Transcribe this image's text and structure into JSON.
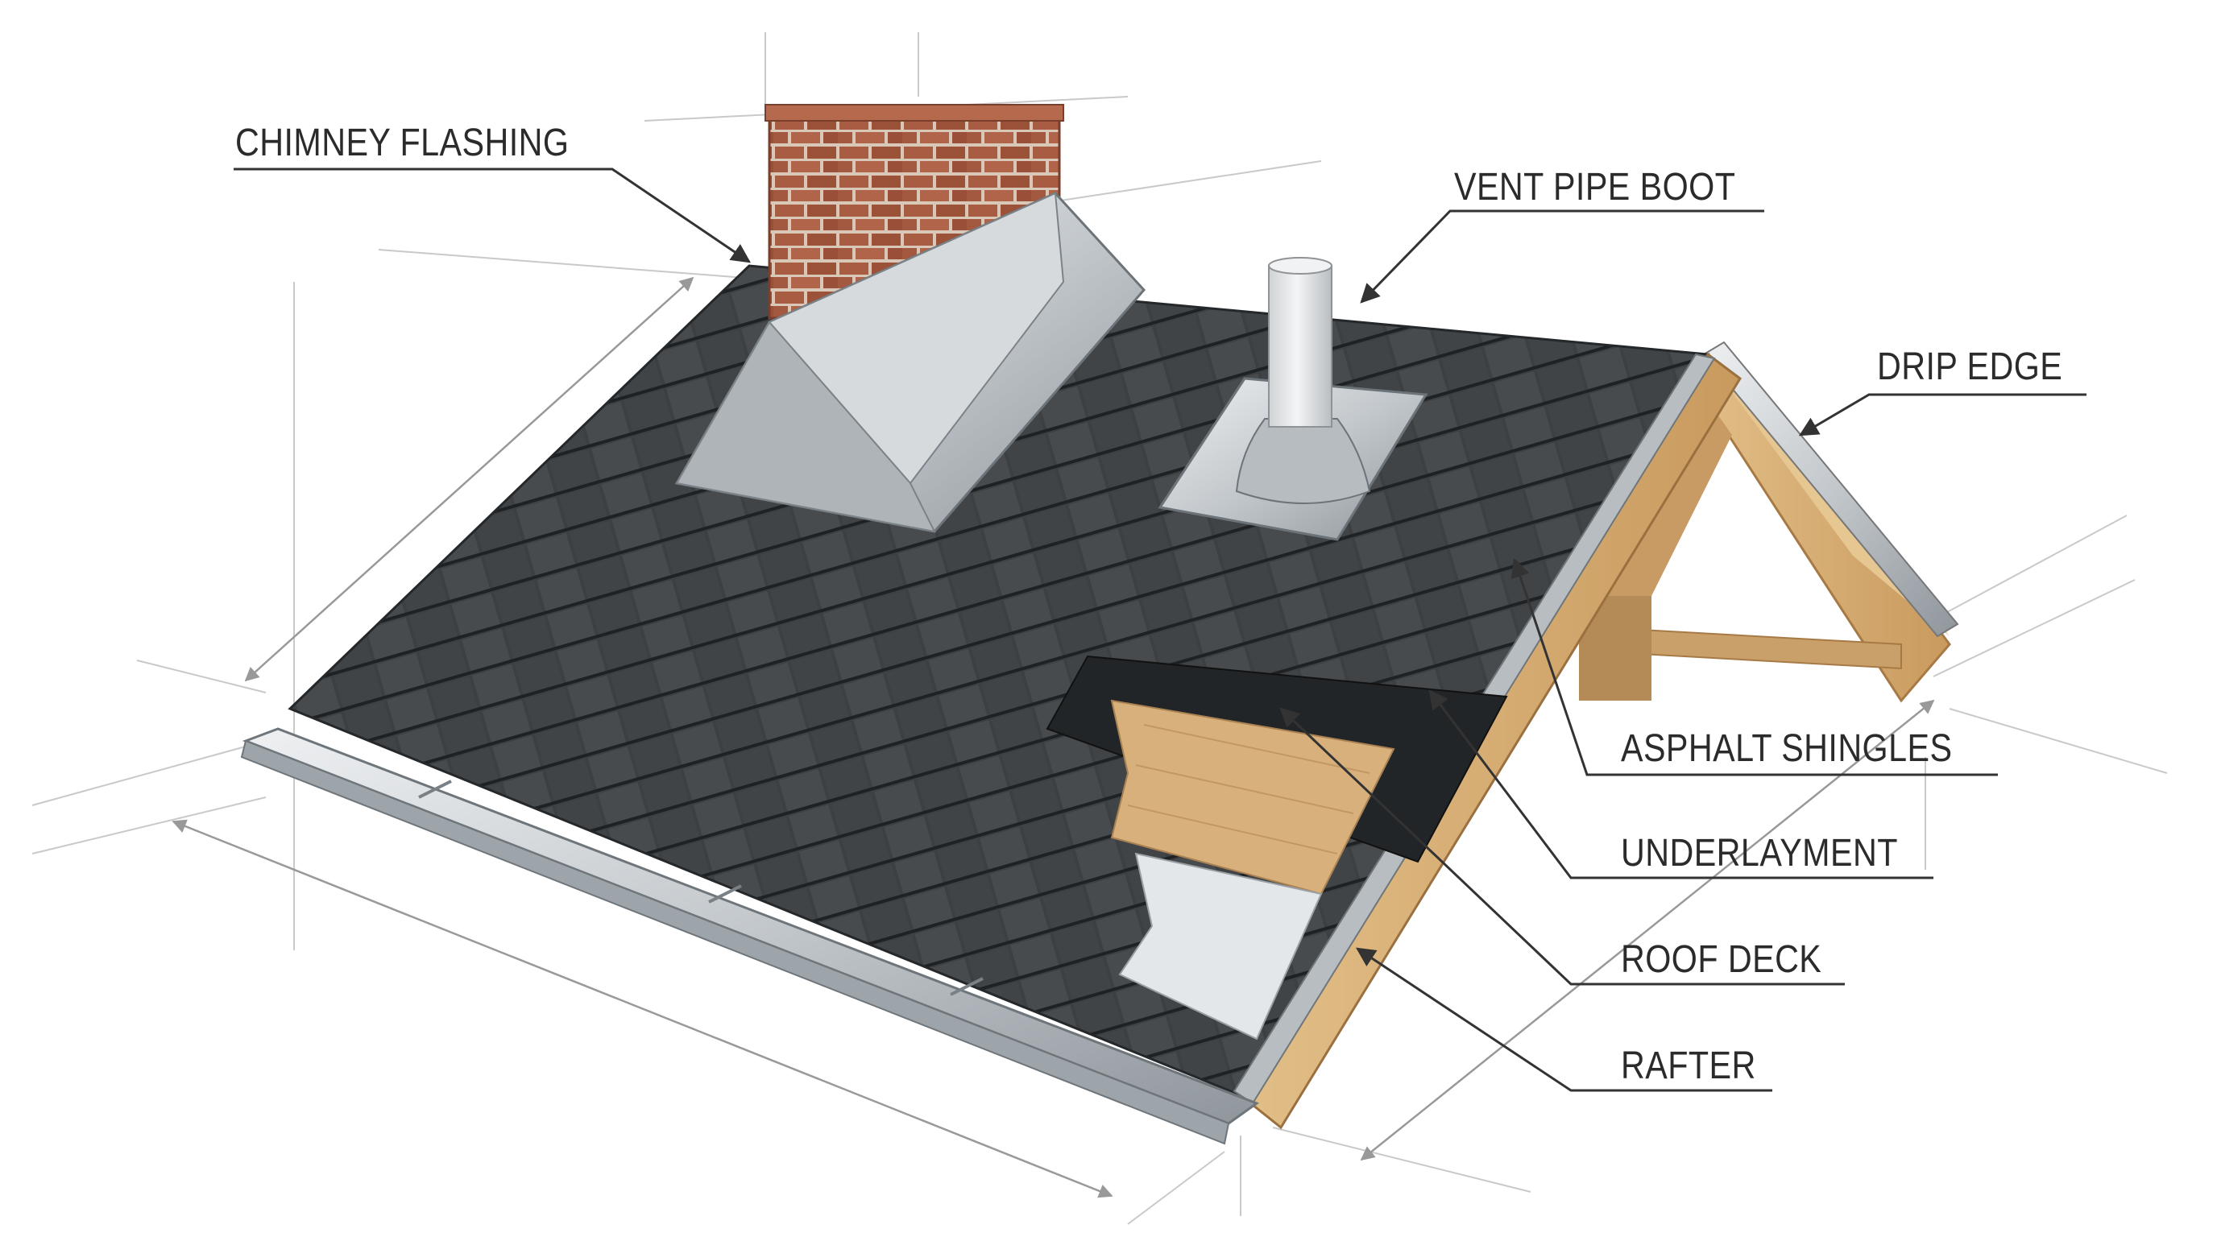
{
  "labels": {
    "chimney_flashing": "CHIMNEY FLASHING",
    "vent_pipe_boot": "VENT PIPE BOOT",
    "drip_edge": "DRIP EDGE",
    "asphalt_shingles": "ASPHALT SHINGLES",
    "underlayment": "UNDERLAYMENT",
    "roof_deck": "ROOF DECK",
    "rafter": "RAFTER"
  },
  "colors": {
    "shingle": "#3d4144",
    "shingle_dark": "#2a2d2f",
    "brick": "#a65a40",
    "wood": "#d9b27a",
    "metal": "#c8ccd0",
    "leader": "#333333"
  }
}
